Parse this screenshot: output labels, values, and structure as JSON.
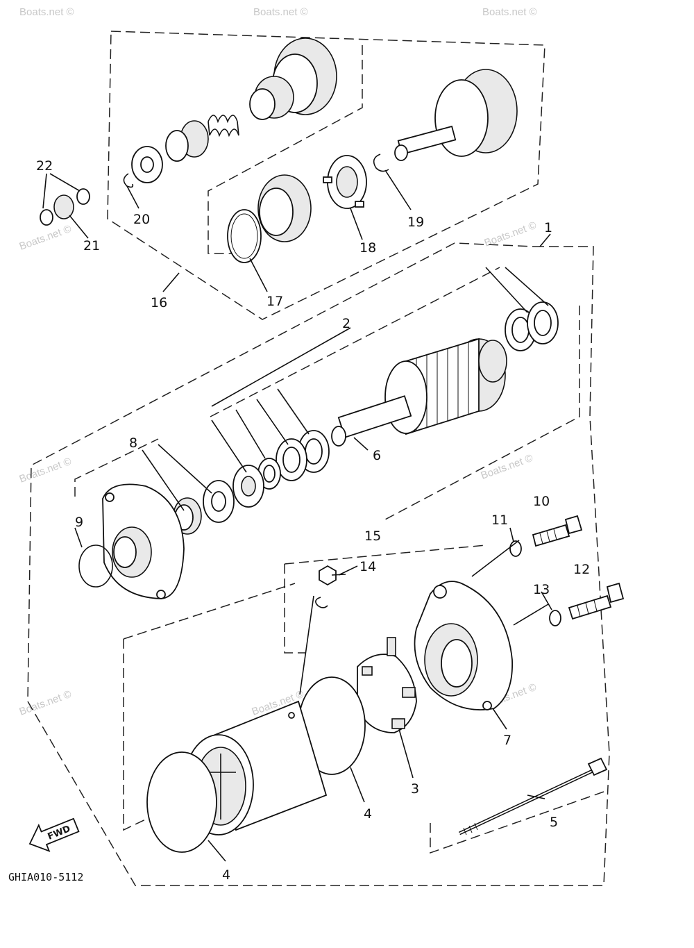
{
  "diagram": {
    "drawing_code": "GHIA010-5112",
    "direction_label": "FWD",
    "watermark": "Boats.net ©",
    "part_numbers": [
      "1",
      "2",
      "3",
      "4",
      "4",
      "5",
      "6",
      "7",
      "8",
      "9",
      "10",
      "11",
      "12",
      "13",
      "14",
      "15",
      "16",
      "17",
      "18",
      "19",
      "20",
      "21",
      "22"
    ]
  }
}
